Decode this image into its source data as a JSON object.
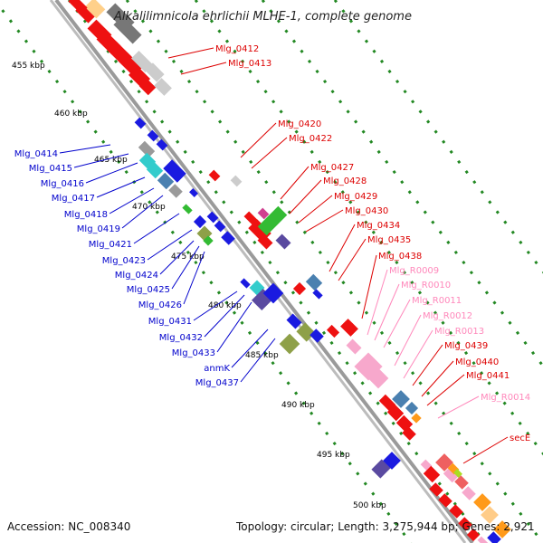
{
  "title": "Alkalilimnicola ehrlichii MLHE-1, complete genome",
  "footer": {
    "accession": "Accession: NC_008340",
    "topology": "Topology: circular; Length: 3,275,944 bp; Genes: 2,921"
  },
  "colors": {
    "forward_gene": "#ff0000",
    "reverse_gene": "#0000ff",
    "rna_gene": "#ff99cc",
    "forward_label": "#dd0000",
    "reverse_label": "#0000cc",
    "rna_label": "#ff88bb",
    "tick_dots": "#228822",
    "backbone": "#888888"
  },
  "ticks": [
    "455 kbp",
    "460 kbp",
    "465 kbp",
    "470 kbp",
    "475 kbp",
    "480 kbp",
    "485 kbp",
    "490 kbp",
    "495 kbp",
    "500 kbp"
  ],
  "right_labels": [
    {
      "text": "Mlg_0412",
      "kind": "forward"
    },
    {
      "text": "Mlg_0413",
      "kind": "forward"
    },
    {
      "text": "Mlg_0420",
      "kind": "forward"
    },
    {
      "text": "Mlg_0422",
      "kind": "forward"
    },
    {
      "text": "Mlg_0427",
      "kind": "forward"
    },
    {
      "text": "Mlg_0428",
      "kind": "forward"
    },
    {
      "text": "Mlg_0429",
      "kind": "forward"
    },
    {
      "text": "Mlg_0430",
      "kind": "forward"
    },
    {
      "text": "Mlg_0434",
      "kind": "forward"
    },
    {
      "text": "Mlg_0435",
      "kind": "forward"
    },
    {
      "text": "Mlg_0438",
      "kind": "forward"
    },
    {
      "text": "Mlg_R0009",
      "kind": "rna"
    },
    {
      "text": "Mlg_R0010",
      "kind": "rna"
    },
    {
      "text": "Mlg_R0011",
      "kind": "rna"
    },
    {
      "text": "Mlg_R0012",
      "kind": "rna"
    },
    {
      "text": "Mlg_R0013",
      "kind": "rna"
    },
    {
      "text": "Mlg_0439",
      "kind": "forward"
    },
    {
      "text": "Mlg_0440",
      "kind": "forward"
    },
    {
      "text": "Mlg_0441",
      "kind": "forward"
    },
    {
      "text": "Mlg_R0014",
      "kind": "rna"
    },
    {
      "text": "secE",
      "kind": "forward"
    }
  ],
  "left_labels": [
    {
      "text": "Mlg_0414"
    },
    {
      "text": "Mlg_0415"
    },
    {
      "text": "Mlg_0416"
    },
    {
      "text": "Mlg_0417"
    },
    {
      "text": "Mlg_0418"
    },
    {
      "text": "Mlg_0419"
    },
    {
      "text": "Mlg_0421"
    },
    {
      "text": "Mlg_0423"
    },
    {
      "text": "Mlg_0424"
    },
    {
      "text": "Mlg_0425"
    },
    {
      "text": "Mlg_0426"
    },
    {
      "text": "Mlg_0431"
    },
    {
      "text": "Mlg_0432"
    },
    {
      "text": "Mlg_0433"
    },
    {
      "text": "anmK"
    },
    {
      "text": "Mlg_0437"
    }
  ]
}
